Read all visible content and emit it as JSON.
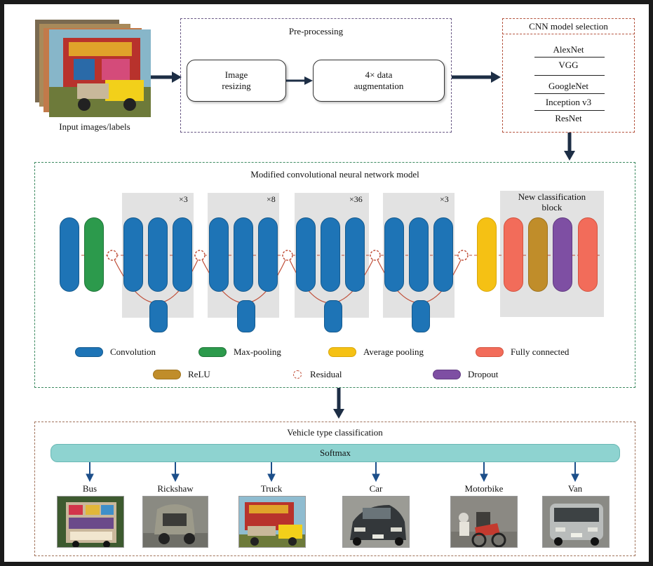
{
  "input": {
    "caption": "Input images/labels"
  },
  "preprocessing": {
    "title": "Pre-processing",
    "step1": "Image\nresizing",
    "step2": "4× data\naugmentation"
  },
  "cnn_selection": {
    "title": "CNN model selection",
    "models": [
      "AlexNet",
      "VGG",
      "GoogleNet",
      "Inception v3",
      "ResNet"
    ]
  },
  "network": {
    "title": "Modified convolutional neural network model",
    "stage_multipliers": [
      "×3",
      "×8",
      "×36",
      "×3"
    ],
    "new_block_title": "New classification\nblock"
  },
  "legend": {
    "convolution": "Convolution",
    "max_pooling": "Max-pooling",
    "average_pooling": "Average pooling",
    "fully_connected": "Fully connected",
    "relu": "ReLU",
    "residual": "Residual",
    "dropout": "Dropout"
  },
  "classification": {
    "title": "Vehicle type classification",
    "softmax": "Softmax",
    "classes": [
      "Bus",
      "Rickshaw",
      "Truck",
      "Car",
      "Motorbike",
      "Van"
    ]
  },
  "colors": {
    "convolution": "#1e74b6",
    "max_pooling": "#2c9a4c",
    "average_pooling": "#f5c114",
    "fully_connected": "#f26c5a",
    "relu": "#c08d2a",
    "dropout": "#7e4fa3",
    "residual": "#c0503a",
    "softmax": "#8ed3d0"
  }
}
